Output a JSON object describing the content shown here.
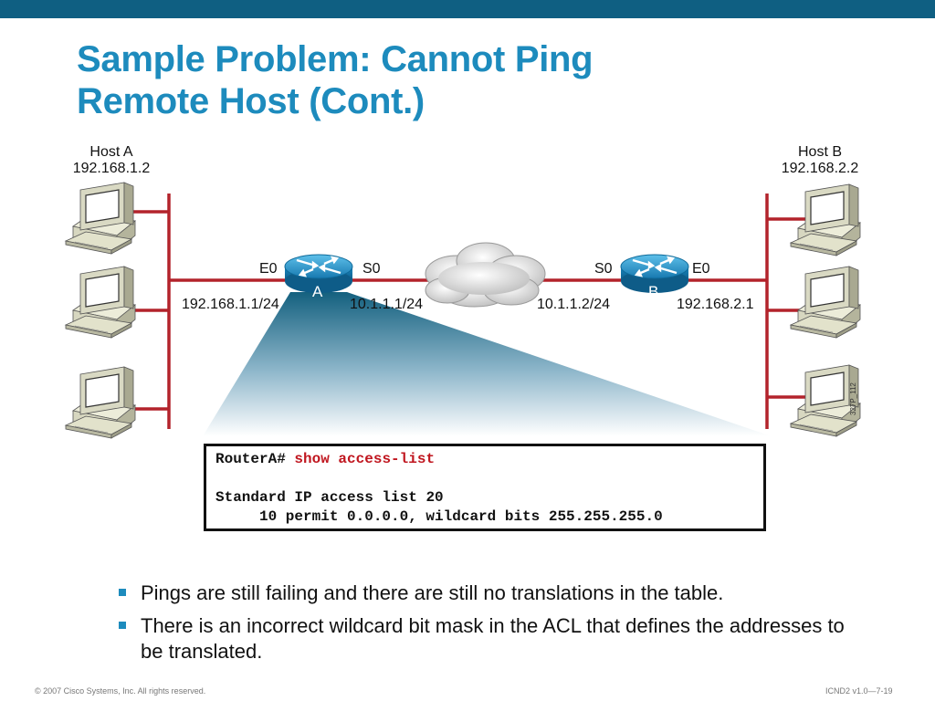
{
  "title": {
    "line1": "Sample Problem: Cannot Ping",
    "line2": "Remote Host (Cont.)"
  },
  "diagram": {
    "host_a": {
      "name": "Host A",
      "ip": "192.168.1.2"
    },
    "host_b": {
      "name": "Host B",
      "ip": "192.168.2.2"
    },
    "router_a": {
      "name": "A",
      "e0": "E0",
      "s0": "S0",
      "e0_ip": "192.168.1.1/24",
      "s0_ip": "10.1.1.1/24"
    },
    "router_b": {
      "name": "B",
      "e0": "E0",
      "s0": "S0",
      "e0_ip": "192.168.2.1",
      "s0_ip": "10.1.1.2/24"
    },
    "figure_id": "327P_112"
  },
  "cli": {
    "prompt": "RouterA#",
    "command": "show access-list",
    "line2": "Standard IP access list 20",
    "line3": "10 permit 0.0.0.0, wildcard bits 255.255.255.0"
  },
  "bullets": [
    "Pings are still failing and there are still no translations in the table.",
    "There is an incorrect wildcard bit mask in the ACL that defines the addresses to be translated."
  ],
  "footer": {
    "copyright": "© 2007 Cisco Systems, Inc. All rights reserved.",
    "course": "ICND2 v1.0—7-19"
  },
  "colors": {
    "title": "#1d8bbd",
    "top_bar": "#0f5f82",
    "network_line": "#b3232b",
    "command": "#c0161f",
    "bullet": "#1d8bbd"
  }
}
